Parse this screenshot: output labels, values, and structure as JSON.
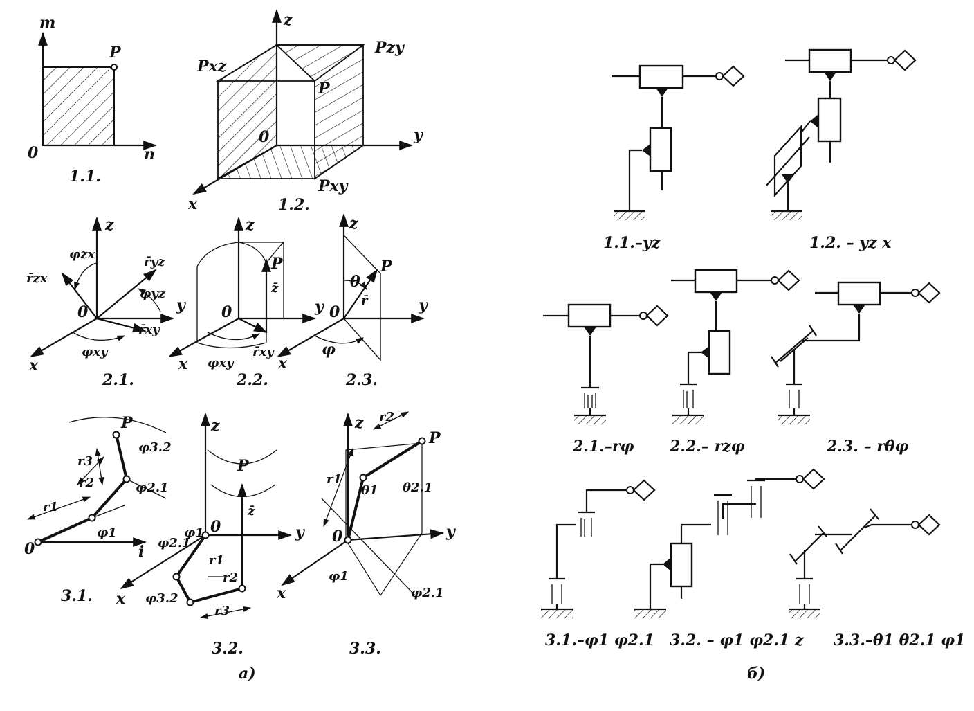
{
  "part_a": {
    "label": "а)",
    "fig_1_1": {
      "caption": "1.1.",
      "axis_v": "m",
      "axis_h": "n",
      "origin": "0",
      "point": "P"
    },
    "fig_1_2": {
      "caption": "1.2.",
      "axis_z": "z",
      "axis_y": "y",
      "axis_x": "x",
      "origin": "0",
      "point": "P",
      "plane_xz": "Pxz",
      "plane_zy": "Pzy",
      "plane_xy": "Pxy"
    },
    "fig_2_1": {
      "caption": "2.1.",
      "axis_z": "z",
      "axis_y": "y",
      "axis_x": "x",
      "origin": "0",
      "r_zx": "r̄zx",
      "r_yz": "r̄yz",
      "r_xy": "r̄xy",
      "phi_zx": "φzx",
      "phi_yz": "φyz",
      "phi_xy": "φxy"
    },
    "fig_2_2": {
      "caption": "2.2.",
      "axis_z": "z",
      "axis_y": "y",
      "axis_x": "x",
      "origin": "0",
      "point": "P",
      "z_vec": "z̄",
      "r_xy": "r̄xy",
      "phi_xy": "φxy"
    },
    "fig_2_3": {
      "caption": "2.3.",
      "axis_z": "z",
      "axis_y": "y",
      "axis_x": "x",
      "origin": "0",
      "point": "P",
      "r_vec": "r̄",
      "theta": "θ",
      "phi": "φ"
    },
    "fig_3_1": {
      "caption": "3.1.",
      "origin": "0",
      "axis_i": "i",
      "point": "P",
      "r1": "r1",
      "r2": "r2",
      "r3": "r3",
      "phi1": "φ1",
      "phi21": "φ2.1",
      "phi32": "φ3.2"
    },
    "fig_3_2": {
      "caption": "3.2.",
      "axis_z": "z",
      "axis_y": "y",
      "axis_x": "x",
      "origin": "0",
      "point": "P",
      "z_vec": "z̄",
      "phi1": "φ1",
      "phi21": "φ2.1",
      "phi32": "φ3.2",
      "r1": "r1",
      "r2": "r2",
      "r3": "r3"
    },
    "fig_3_3": {
      "caption": "3.3.",
      "axis_z": "z",
      "axis_y": "y",
      "axis_x": "x",
      "origin": "0",
      "point": "P",
      "r1": "r1",
      "r2": "r2",
      "theta1": "θ1",
      "theta21": "θ2.1",
      "phi1": "φ1",
      "phi21": "φ2.1"
    }
  },
  "part_b": {
    "label": "б)",
    "captions": {
      "s11": "1.1.–yz",
      "s12": "1.2. – yz x",
      "s21": "2.1.–rφ",
      "s22": "2.2.– rzφ",
      "s23": "2.3. – rθ̇φ",
      "s31": "3.1.–φ1 φ2.1",
      "s32": "3.2. – φ1 φ2.1 z",
      "s33": "3.3.–θ1 θ2.1 φ1"
    }
  }
}
